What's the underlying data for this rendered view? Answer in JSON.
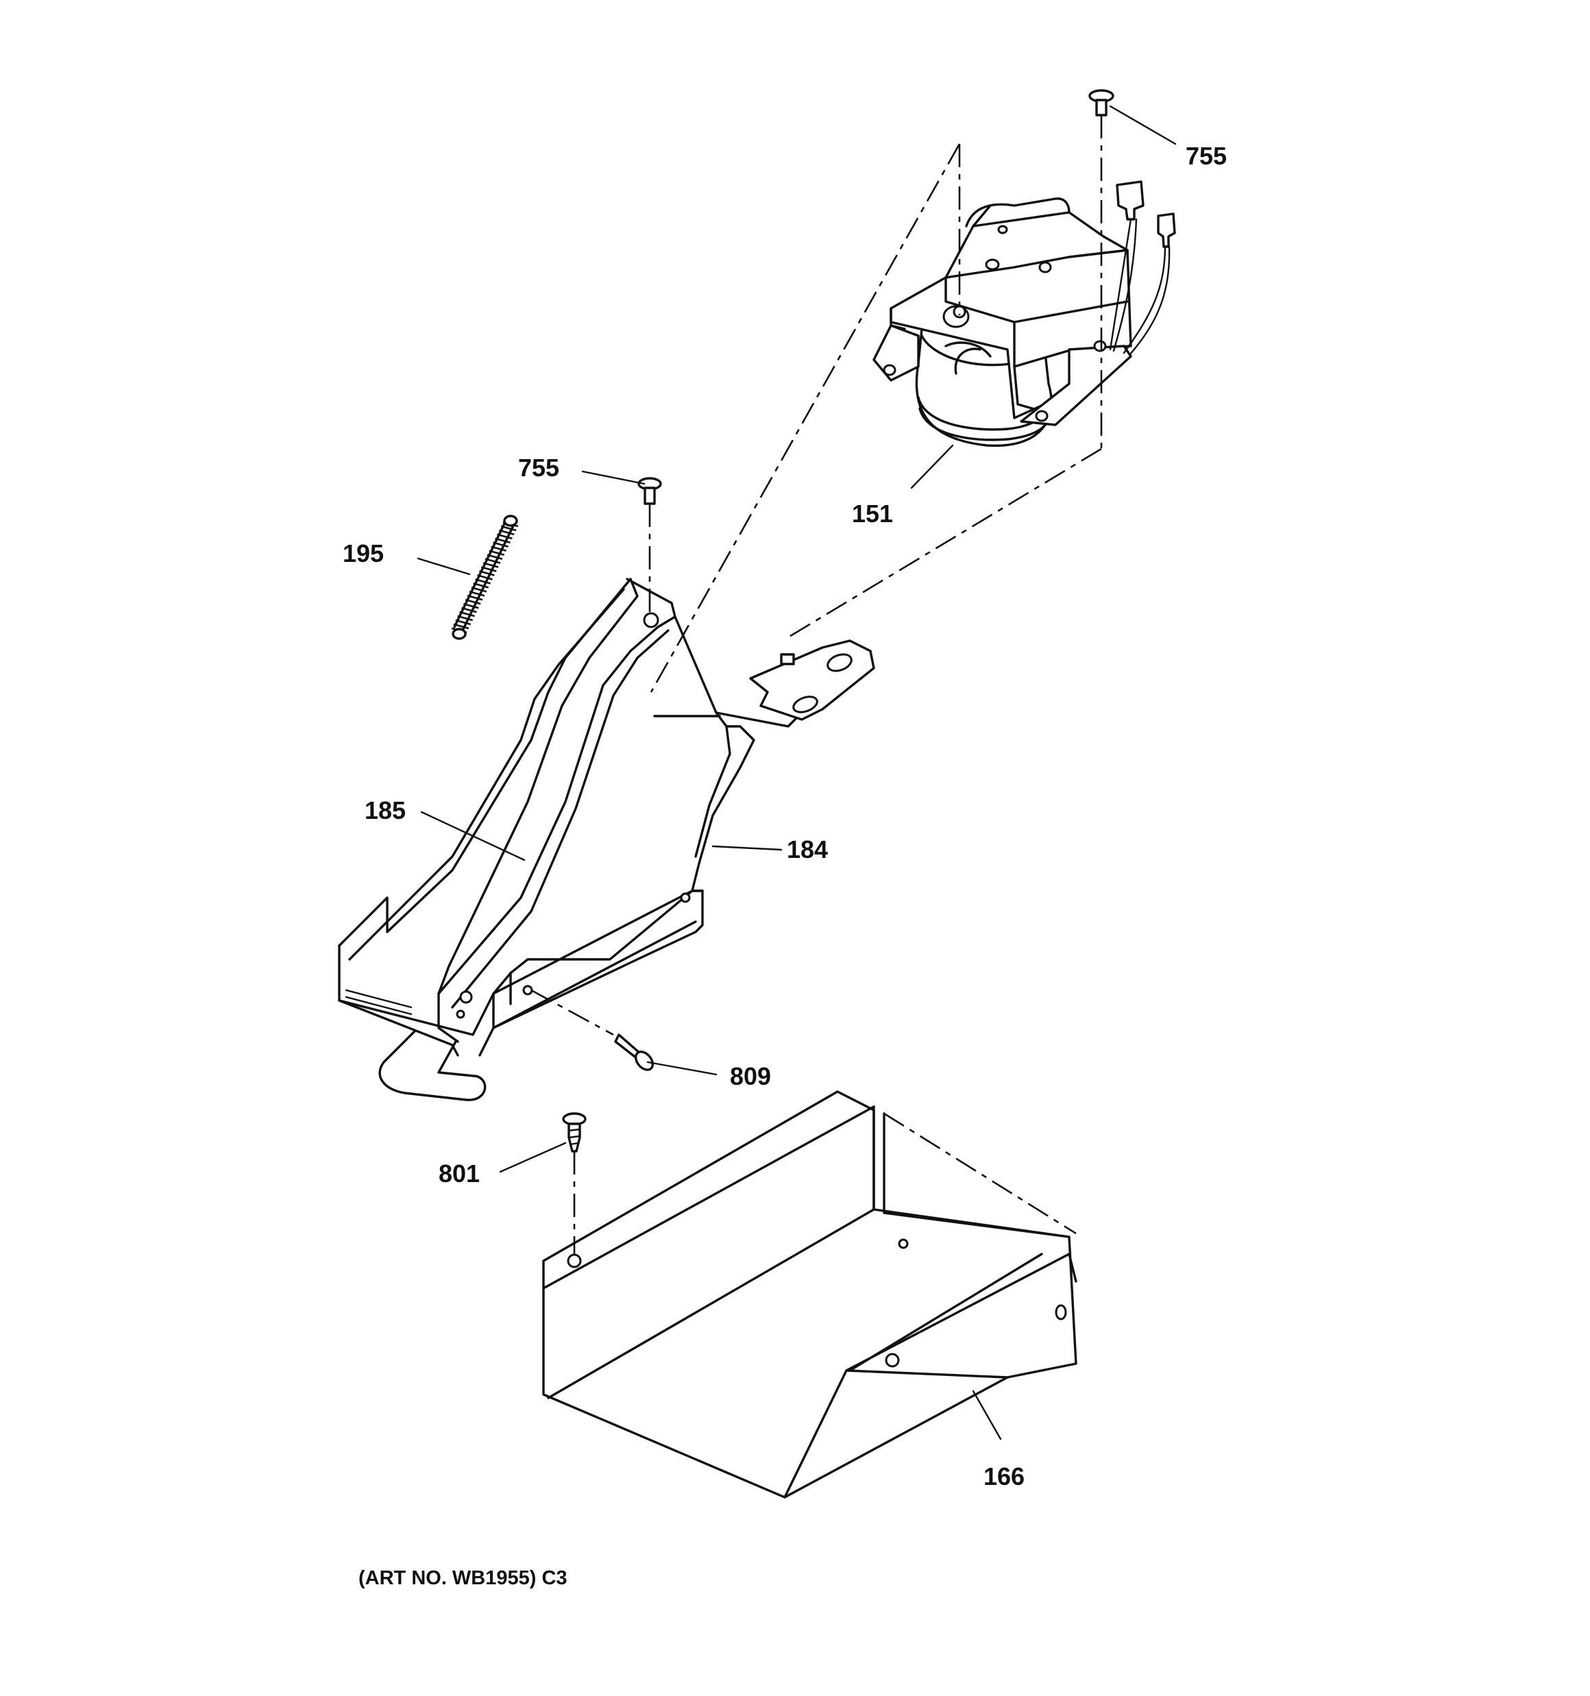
{
  "diagram": {
    "caption": "(ART NO. WB1955) C3",
    "callouts": [
      {
        "id": "755-top",
        "number": "755"
      },
      {
        "id": "755-mid",
        "number": "755"
      },
      {
        "id": "151",
        "number": "151"
      },
      {
        "id": "195",
        "number": "195"
      },
      {
        "id": "185",
        "number": "185"
      },
      {
        "id": "184",
        "number": "184"
      },
      {
        "id": "809",
        "number": "809"
      },
      {
        "id": "801",
        "number": "801"
      },
      {
        "id": "166",
        "number": "166"
      }
    ]
  }
}
